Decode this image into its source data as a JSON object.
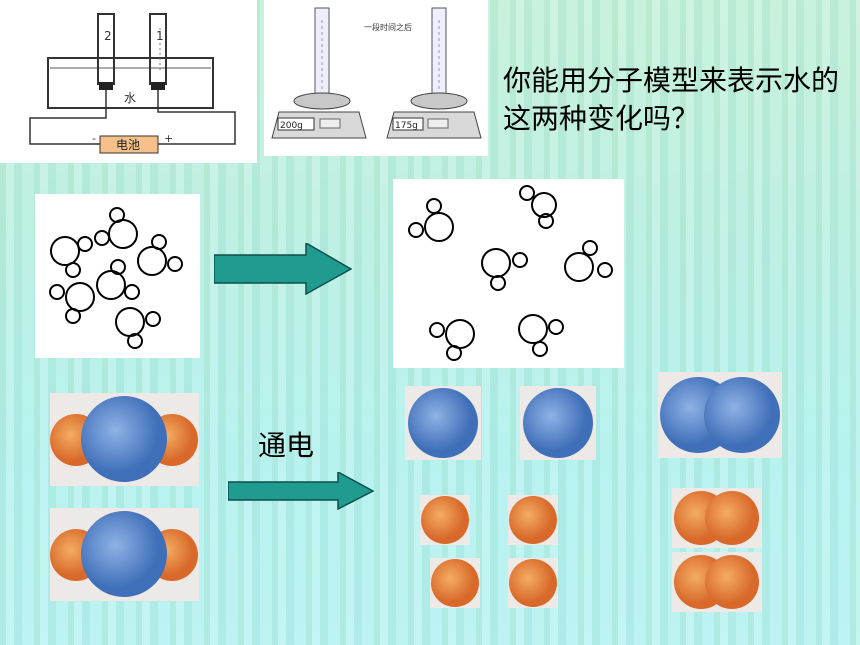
{
  "electrolysis": {
    "label_tube_2": "2",
    "label_tube_1": "1",
    "label_water": "水",
    "label_battery": "电池",
    "label_minus": "-",
    "label_plus": "+"
  },
  "balance": {
    "label_after": "一段时间之后",
    "reading_before": "200g",
    "reading_after": "175g"
  },
  "question": "你能用分子模型来表示水的这两种变化吗？",
  "arrow_label": "通电",
  "colors": {
    "hydrogen": "#e98a3a",
    "oxygen": "#5b86c8",
    "arrow": "#1f9b8f"
  },
  "icons": [
    "electrolysis-apparatus-icon",
    "balance-scale-icon",
    "molecule-outline-icon",
    "arrow-right-icon"
  ]
}
